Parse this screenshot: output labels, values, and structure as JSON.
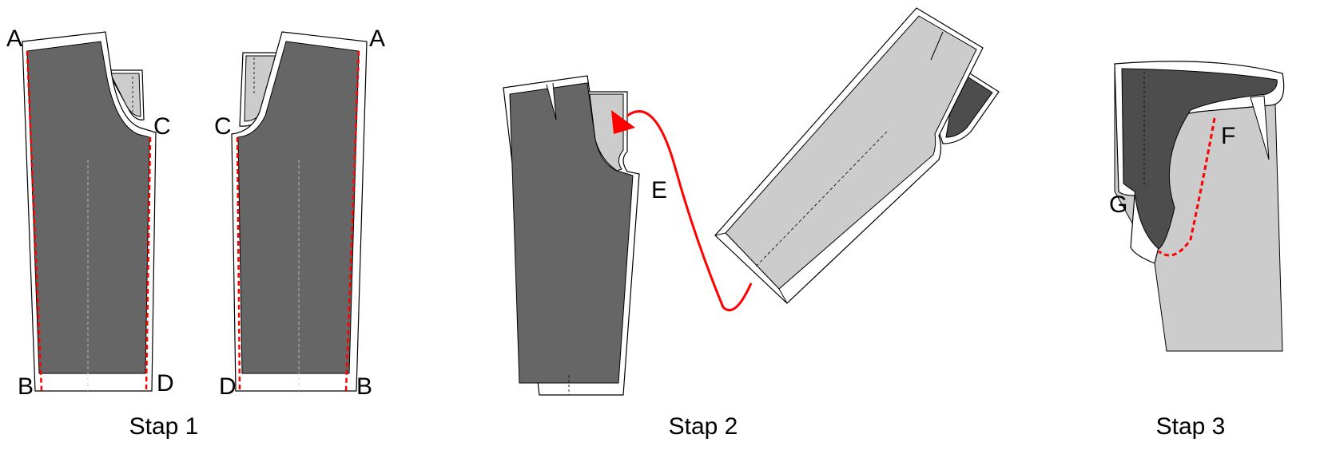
{
  "colors": {
    "dark_fabric": "#666666",
    "darker_fabric": "#4d4d4d",
    "light_fabric": "#cccccc",
    "seam_allowance": "#ffffff",
    "outline": "#000000",
    "stitch_line": "#ff0000",
    "arrow": "#ff0000"
  },
  "steps": [
    {
      "label": "Stap 1",
      "points": [
        "A",
        "C",
        "B",
        "D",
        "C",
        "A",
        "D",
        "B"
      ]
    },
    {
      "label": "Stap 2",
      "points": [
        "E"
      ]
    },
    {
      "label": "Stap 3",
      "points": [
        "F",
        "G"
      ]
    }
  ]
}
